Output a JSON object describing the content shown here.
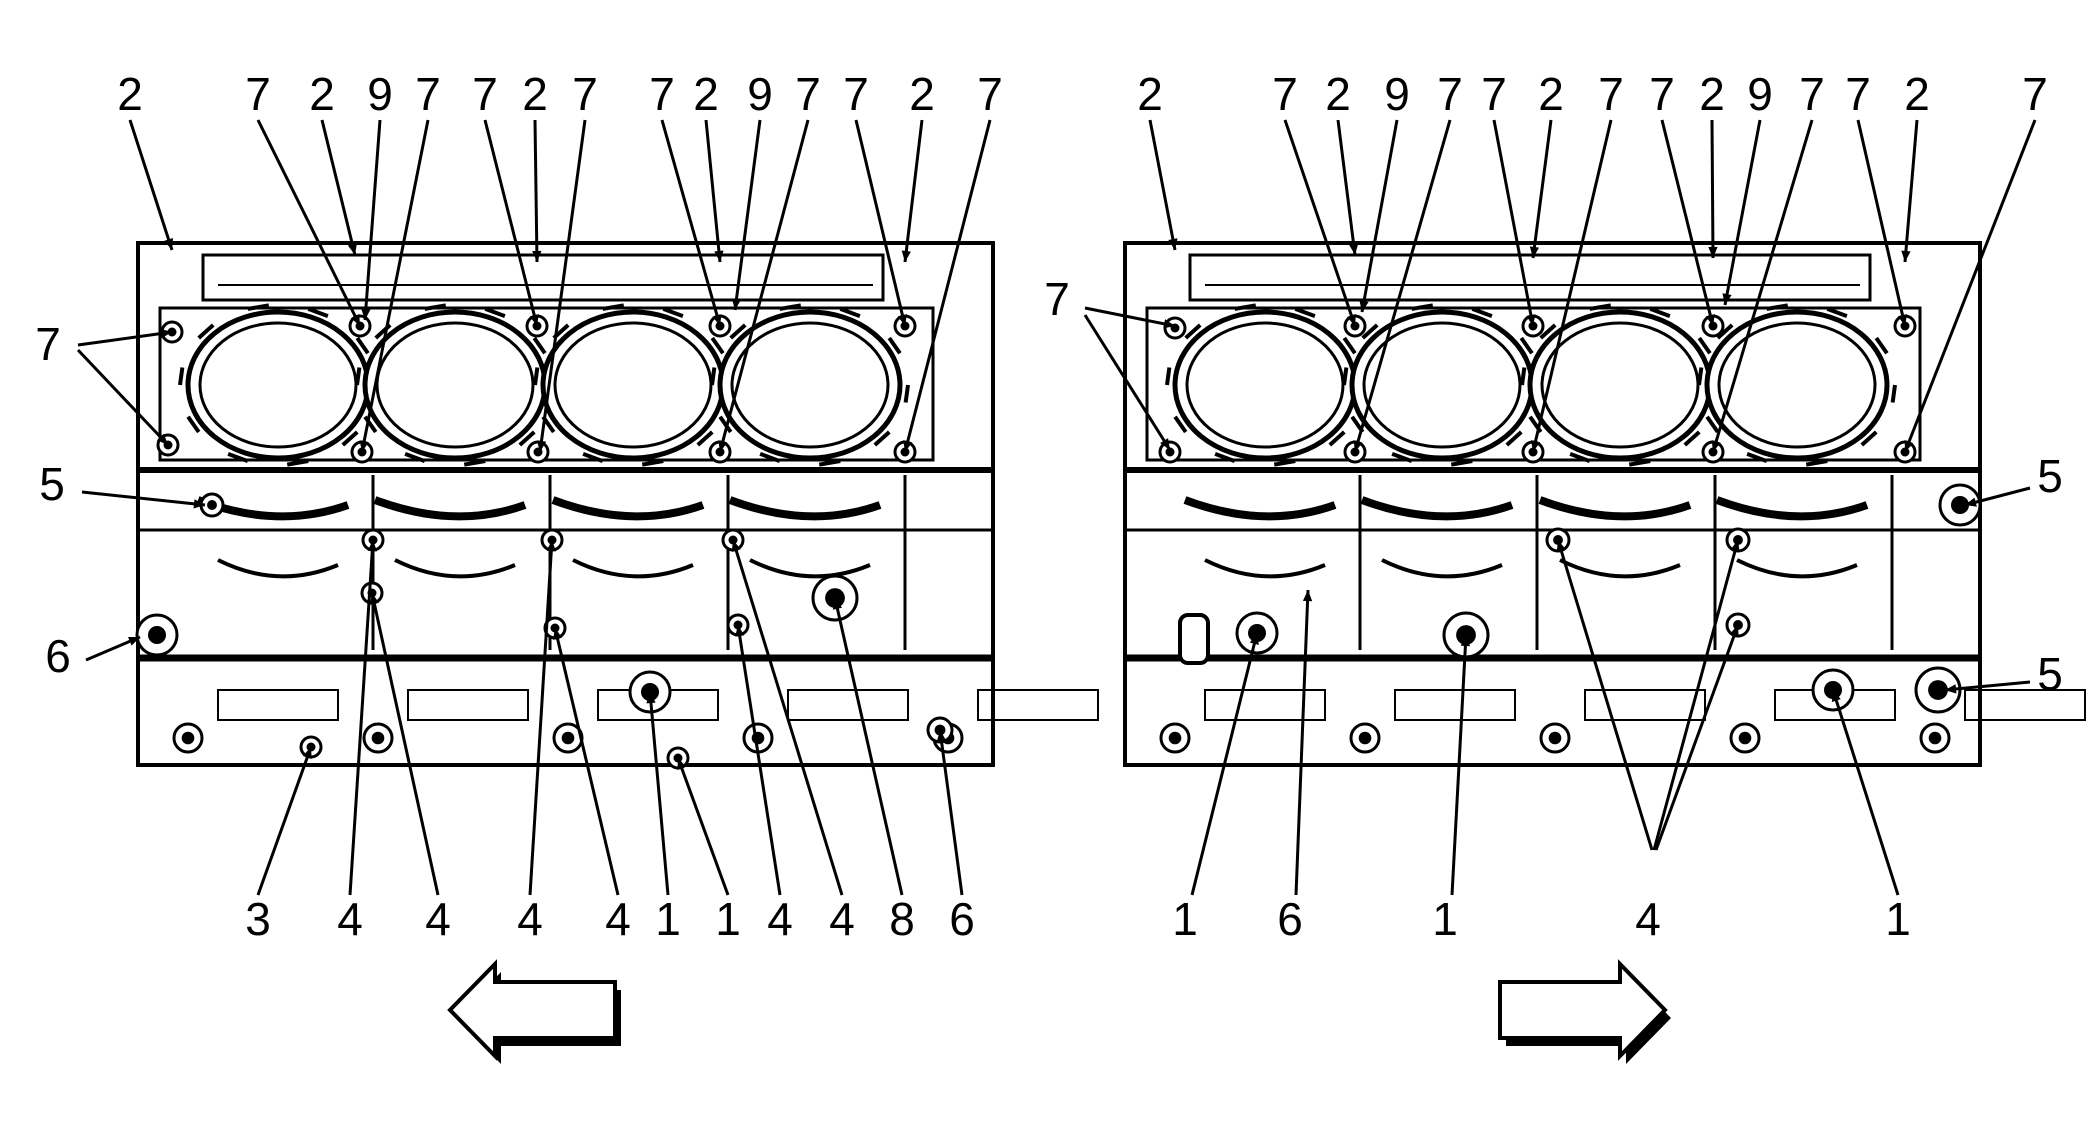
{
  "left_view": {
    "top_callouts": [
      "2",
      "7",
      "2",
      "9",
      "7",
      "7",
      "2",
      "7",
      "7",
      "2",
      "9",
      "7",
      "7",
      "2",
      "7"
    ],
    "side_callouts": [
      "7",
      "5",
      "6"
    ],
    "bottom_callouts": [
      "3",
      "4",
      "4",
      "4",
      "4",
      "1",
      "1",
      "4",
      "4",
      "8",
      "6"
    ],
    "arrow_direction": "left"
  },
  "right_view": {
    "top_callouts": [
      "2",
      "7",
      "2",
      "9",
      "7",
      "7",
      "2",
      "7",
      "7",
      "2",
      "9",
      "7",
      "7",
      "2",
      "7"
    ],
    "side_callouts": [
      "7",
      "5",
      "5"
    ],
    "bottom_callouts": [
      "1",
      "6",
      "1",
      "4",
      "1"
    ],
    "arrow_direction": "right"
  }
}
